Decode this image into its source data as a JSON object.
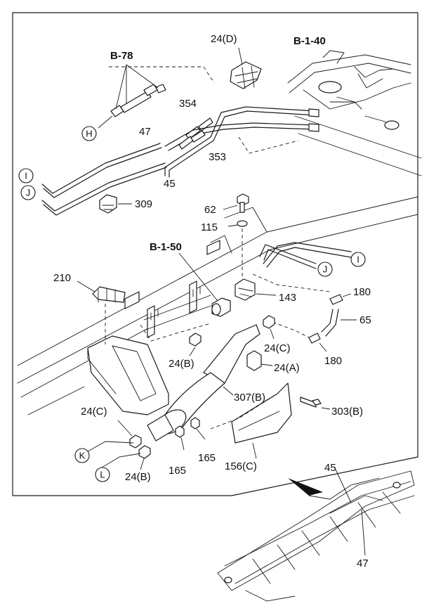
{
  "section_refs": {
    "b78": "B-78",
    "b140": "B-1-40",
    "b150": "B-1-50"
  },
  "part_labels": {
    "p24d": "24(D)",
    "p47_top": "47",
    "p354": "354",
    "p353": "353",
    "p45_top": "45",
    "p309": "309",
    "p62": "62",
    "p115": "115",
    "p210": "210",
    "p143": "143",
    "p180_top": "180",
    "p65": "65",
    "p24c_mid": "24(C)",
    "p24a": "24(A)",
    "p24b_mid": "24(B)",
    "p180_bot": "180",
    "p307b": "307(B)",
    "p303b": "303(B)",
    "p24c_low": "24(C)",
    "p165_a": "165",
    "p165_b": "165",
    "p156c": "156(C)",
    "p24b_low": "24(B)",
    "p45_inset": "45",
    "p47_inset": "47"
  },
  "connector_ids": {
    "H": "H",
    "I_left": "I",
    "J_left": "J",
    "J_right": "J",
    "I_right": "I",
    "K": "K",
    "L": "L"
  }
}
